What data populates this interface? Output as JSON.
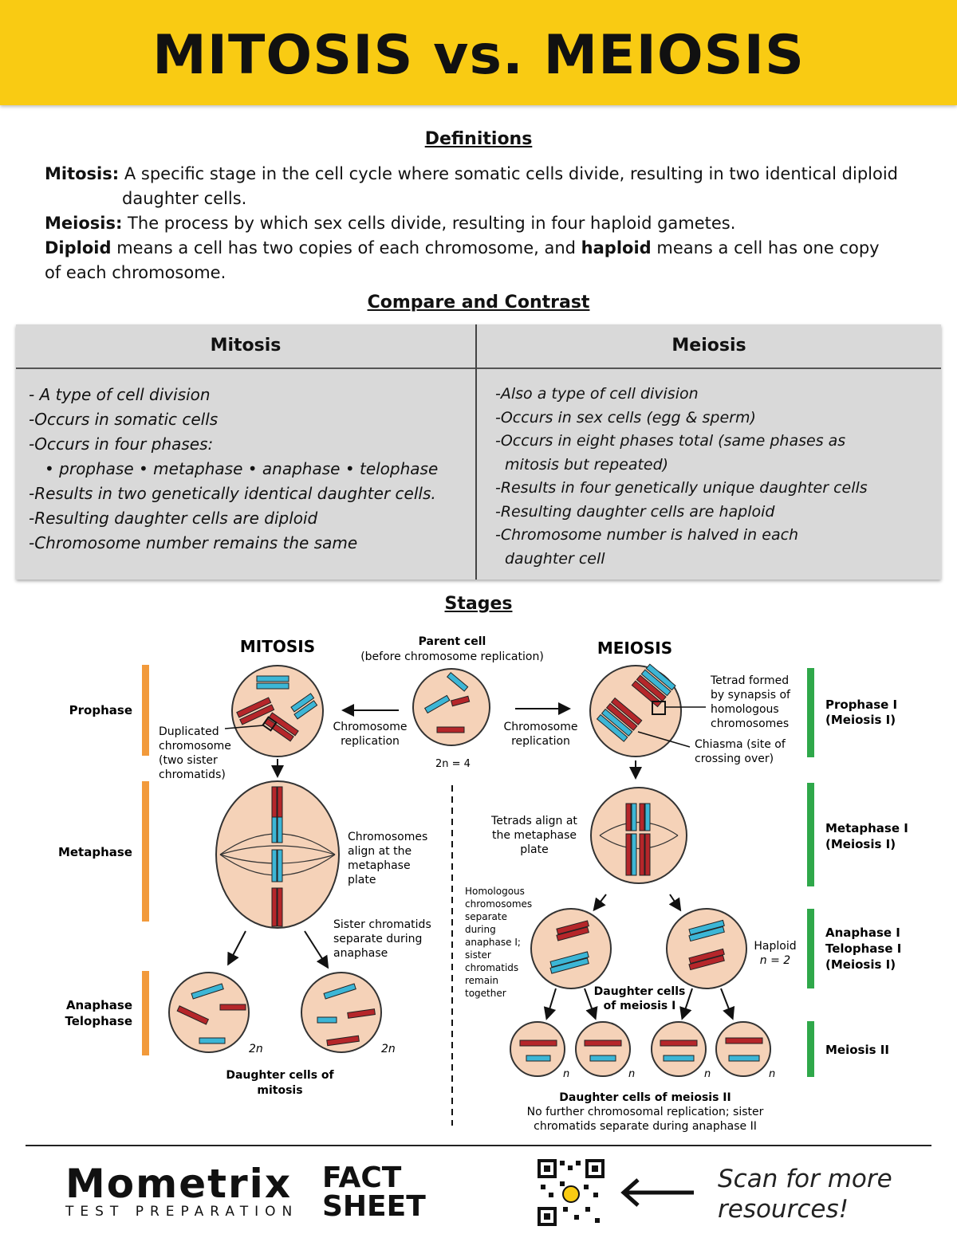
{
  "title": "MITOSIS vs. MEIOSIS",
  "definitions": {
    "heading": "Definitions",
    "mitosis_term": "Mitosis:",
    "mitosis_text": " A specific stage in the cell cycle where somatic cells divide, resulting in two identical diploid",
    "mitosis_text2": "daughter cells.",
    "meiosis_term": "Meiosis:",
    "meiosis_text": " The process by which sex cells divide, resulting in four haploid gametes.",
    "diploid_term": "Diploid",
    "diploid_text": " means a cell has two copies of each chromosome, and ",
    "haploid_term": "haploid",
    "haploid_text": " means a cell has one copy",
    "haploid_text2": "of each chromosome."
  },
  "compare": {
    "heading": "Compare and Contrast",
    "mitosis_header": "Mitosis",
    "meiosis_header": "Meiosis",
    "mitosis_items": [
      "- A type of cell division",
      "-Occurs in somatic cells",
      "-Occurs in four phases:",
      "• prophase • metaphase • anaphase • telophase",
      "-Results in two genetically identical daughter cells.",
      "-Resulting daughter cells are diploid",
      "-Chromosome number remains the same"
    ],
    "meiosis_items": [
      "-Also a type of cell division",
      "-Occurs in sex cells (egg & sperm)",
      "-Occurs in eight phases total (same phases as",
      "mitosis but repeated)",
      "-Results in four genetically unique daughter cells",
      "-Resulting daughter cells are haploid",
      "-Chromosome number is halved in each",
      "daughter cell"
    ]
  },
  "stages": {
    "heading": "Stages",
    "mitosis_title": "MITOSIS",
    "meiosis_title": "MEIOSIS",
    "parent_cell": "Parent cell",
    "parent_cell_sub": "(before chromosome replication)",
    "parent_ploidy": "2n = 4",
    "chrom_rep_1": "Chromosome",
    "chrom_rep_2": "replication",
    "left_phases": {
      "prophase": "Prophase",
      "metaphase": "Metaphase",
      "anaphase": "Anaphase",
      "telophase": "Telophase"
    },
    "right_phases": {
      "prophase1": "Prophase I",
      "prophase1_sub": "(Meiosis I)",
      "metaphase1": "Metaphase I",
      "metaphase1_sub": "(Meiosis I)",
      "anaphase1": "Anaphase I",
      "telophase1": "Telophase I",
      "anaphase1_sub": "(Meiosis I)",
      "meiosis2": "Meiosis II"
    },
    "dup_label": [
      "Duplicated",
      "chromosome",
      "(two sister",
      "chromatids)"
    ],
    "align_label": [
      "Chromosomes",
      "align at the",
      "metaphase",
      "plate"
    ],
    "sister_label": [
      "Sister chromatids",
      "separate during",
      "anaphase"
    ],
    "mitosis_2n": "2n",
    "mitosis_daughters": [
      "Daughter cells of",
      "mitosis"
    ],
    "tetrad_label": [
      "Tetrad formed",
      "by synapsis of",
      "homologous",
      "chromosomes"
    ],
    "chiasma_label": [
      "Chiasma (site of",
      "crossing over)"
    ],
    "tetrads_align": [
      "Tetrads align at",
      "the metaphase",
      "plate"
    ],
    "homologous_label": [
      "Homologous",
      "chromosomes",
      "separate",
      "during",
      "anaphase I;",
      "sister",
      "chromatids",
      "remain",
      "together"
    ],
    "haploid_label": [
      "Haploid",
      "n = 2"
    ],
    "meiosis1_daughters": [
      "Daughter cells",
      "of meiosis I"
    ],
    "meiosis2_n": "n",
    "meiosis2_daughters": [
      "Daughter cells of meiosis II",
      "No further chromosomal replication; sister",
      "chromatids separate during anaphase II"
    ]
  },
  "footer": {
    "brand": "Mometrix",
    "brand_sub": "TEST  PREPARATION",
    "fact": "FACT",
    "sheet": "SHEET",
    "scan_1": "Scan for more",
    "scan_2": "resources!"
  },
  "colors": {
    "banner": "#f9cb13",
    "cell": "#f5d2b8",
    "red_chromosome": "#b5262a",
    "blue_chromosome": "#3cb6d6",
    "mitosis_bar": "#f29a3b",
    "meiosis_bar": "#2fa84a"
  }
}
